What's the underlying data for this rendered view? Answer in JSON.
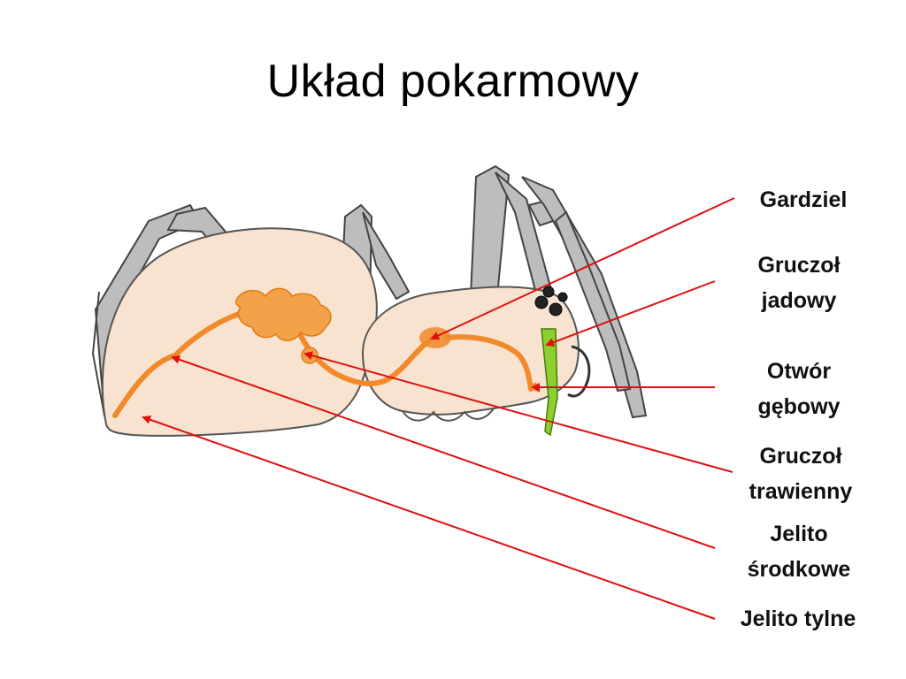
{
  "title": "Układ pokarmowy",
  "labels": {
    "gardziel": "Gardziel",
    "gruczol_jadowy_1": "Gruczoł",
    "gruczol_jadowy_2": "jadowy",
    "otwor_gebowy_1": "Otwór",
    "otwor_gebowy_2": "gębowy",
    "gruczol_trawienny_1": "Gruczoł",
    "gruczol_trawienny_2": "trawienny",
    "jelito_srodkowe_1": "Jelito",
    "jelito_srodkowe_2": "środkowe",
    "jelito_tylne": "Jelito tylne"
  },
  "colors": {
    "pointer": "#e01010",
    "body_fill": "#f7e3cf",
    "digestive": "#f08a2a",
    "venom_gland": "#8ccf2e",
    "leg_fill": "#b8b8b8"
  }
}
